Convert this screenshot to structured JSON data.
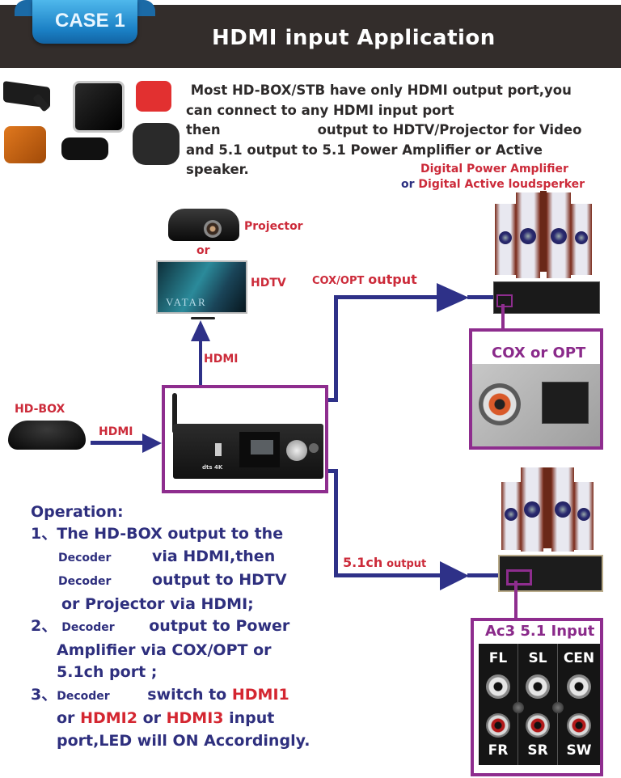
{
  "header": {
    "badge": "CASE 1",
    "title": "HDMI input Application",
    "colors": {
      "bar": "#332d2b",
      "badge": "#1a7fc4"
    }
  },
  "intro": {
    "line1": "Most HD-BOX/STB have only HDMI output port,you",
    "line2": "can connect to any HDMI input port",
    "line3a": "then",
    "line3b": "output to HDTV/Projector for Video",
    "line4": "and 5.1 output to 5.1 Power Amplifier or Active",
    "line5": "speaker."
  },
  "diagram": {
    "amp_label_1": "Digital Power Amplifier",
    "amp_label_or": "or",
    "amp_label_2": "Digital  Active loudsperker",
    "projector": "Projector",
    "or": "or",
    "hdtv": "HDTV",
    "tv_screen_text": "VATAR",
    "hdmi_up": "HDMI",
    "hdbox": "HD-BOX",
    "hdmi_in": "HDMI",
    "cox_opt_output": "COX/OPT",
    "output_word": "output",
    "ch51_output": "5.1ch",
    "ch51_output_word": "output",
    "cox_box_title": "COX or OPT",
    "ac3_box_title": "Ac3 5.1 Input",
    "jacks": {
      "top": [
        "FL",
        "SL",
        "CEN"
      ],
      "bottom": [
        "FR",
        "SR",
        "SW"
      ]
    },
    "decoder_marks": "dts 4K"
  },
  "operation": {
    "title": "Operation:",
    "s1_num": "1、",
    "s1_a": "The HD-BOX  output to the",
    "s1_b_small": "Decoder",
    "s1_b": "via HDMI,then",
    "s1_c_small": "Decoder",
    "s1_c": "output to HDTV",
    "s1_d": "or Projector via HDMI;",
    "s2_num": "2、",
    "s2_a_small": "Decoder",
    "s2_a": "output to Power",
    "s2_b": "Amplifier via COX/OPT or",
    "s2_c": "5.1ch port ;",
    "s3_num": "3、",
    "s3_a_small": "Decoder",
    "s3_a": "switch to",
    "s3_hdmi1": "HDMI1",
    "s3_b_or1": "or",
    "s3_hdmi2": "HDMI2",
    "s3_b_or2": "or",
    "s3_hdmi3": "HDMI3",
    "s3_b_end": "input",
    "s3_c": "port,LED will ON Accordingly."
  },
  "colors": {
    "navy": "#2e3188",
    "purple": "#8e2d8e",
    "red_label": "#cc2b3a"
  }
}
